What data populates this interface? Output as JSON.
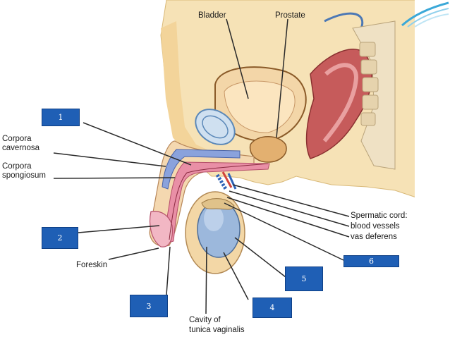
{
  "labels": {
    "bladder": "Bladder",
    "prostate": "Prostate",
    "corpora_cavernosa_1": "Corpora",
    "corpora_cavernosa_2": "cavernosa",
    "corpora_spongiosum_1": "Corpora",
    "corpora_spongiosum_2": "spongiosum",
    "foreskin": "Foreskin",
    "spermatic_cord": "Spermatic cord:",
    "blood_vessels": "blood vessels",
    "vas_deferens": "vas deferens",
    "cavity_1": "Cavity of",
    "cavity_2": "tunica vaginalis"
  },
  "number_boxes": [
    "1",
    "2",
    "3",
    "4",
    "5",
    "6"
  ],
  "colors": {
    "box_fill": "#1f5fb5",
    "accent_decoration": "#3aa8d8"
  }
}
